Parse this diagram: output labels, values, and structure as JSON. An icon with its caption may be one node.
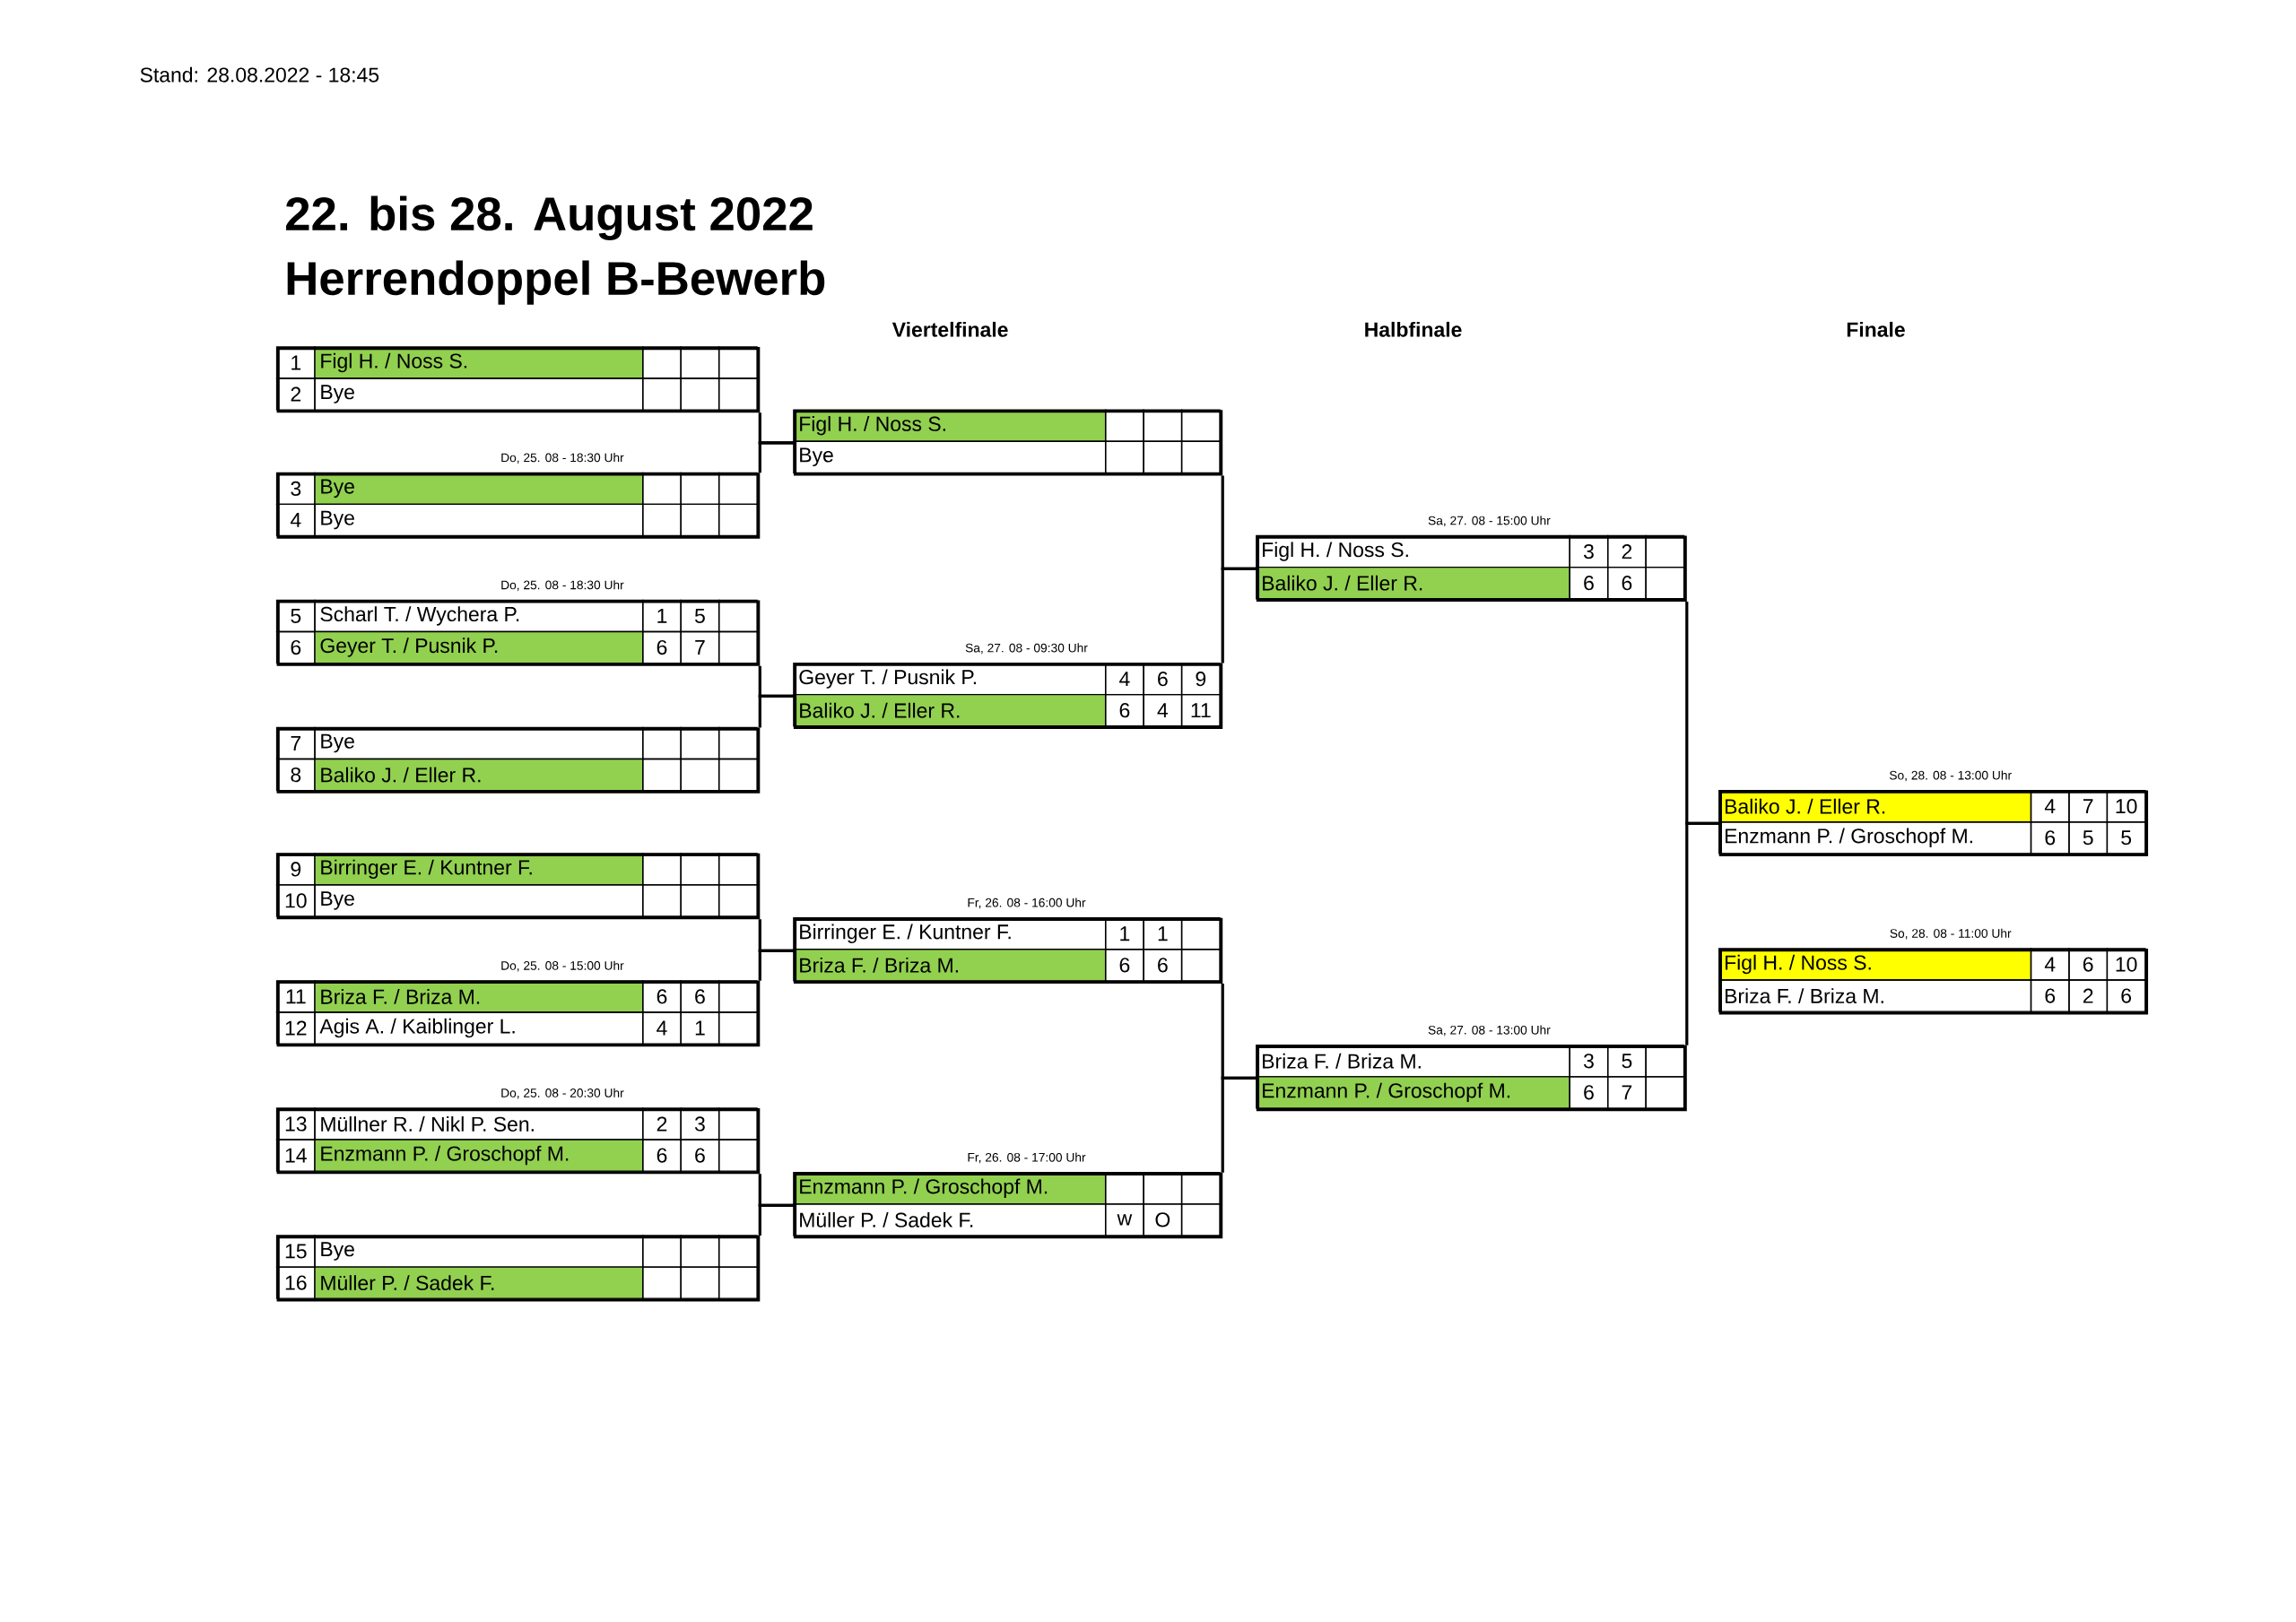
{
  "diagram": {
    "title": "22. bis 28. August 2022",
    "nodes": [
      {
        "text": [
          "1",
          "Figl H. / Noss S.",
          "2",
          "Bye"
        ]
      },
      {
        "text": [
          "3",
          "Bye",
          "4",
          "Bye"
        ],
        "beside": [
          "Do, 25. 08 - 18:30 Uhr"
        ]
      },
      {
        "text": [
          "5",
          "Scharl T. / Wychera P.",
          "1",
          "5",
          "6",
          "Geyer T. / Pusnik P.",
          "6",
          "7"
        ],
        "beside": [
          "Do, 25. 08 - 18:30 Uhr"
        ]
      },
      {
        "text": [
          "7",
          "Bye",
          "8",
          "Baliko J. / Eller R."
        ]
      },
      {
        "text": [
          "9",
          "Birringer E. / Kuntner F.",
          "10",
          "Bye"
        ]
      },
      {
        "text": [
          "11",
          "Briza F. / Briza M.",
          "6",
          "6",
          "12",
          "Agis A. / Kaiblinger L.",
          "4",
          "1"
        ],
        "beside": [
          "Do, 25. 08 - 15:00 Uhr"
        ]
      },
      {
        "text": [
          "13",
          "Müllner R. / Nikl P. Sen.",
          "2",
          "3",
          "14",
          "Enzmann P. / Groschopf M.",
          "6",
          "6"
        ],
        "beside": [
          "Do, 25. 08 - 20:30 Uhr"
        ]
      },
      {
        "text": [
          "15",
          "Bye",
          "16",
          "Müller P. / Sadek F."
        ]
      },
      {
        "text": [
          "Figl H. / Noss S.",
          "Bye"
        ]
      },
      {
        "text": [
          "Geyer T. / Pusnik P.",
          "4",
          "6",
          "9",
          "Baliko J. / Eller R.",
          "6",
          "4",
          "11"
        ],
        "beside": [
          "Sa, 27. 08 - 09:30 Uhr"
        ]
      },
      {
        "text": [
          "Birringer E. / Kuntner F.",
          "1",
          "1",
          "Briza F. / Briza M.",
          "6",
          "6"
        ],
        "beside": [
          "Fr, 26. 08 - 16:00 Uhr"
        ]
      },
      {
        "text": [
          "Enzmann P. / Groschopf M.",
          "Müller P. / Sadek F.",
          "w",
          "O"
        ],
        "beside": [
          "Fr, 26. 08 - 17:00 Uhr"
        ]
      },
      {
        "text": [
          "Figl H. / Noss S.",
          "3",
          "2",
          "Baliko J. / Eller R.",
          "6",
          "6"
        ],
        "beside": [
          "Sa, 27. 08 - 15:00 Uhr"
        ]
      },
      {
        "text": [
          "Briza F. / Briza M.",
          "3",
          "5",
          "Enzmann P. / Groschopf M.",
          "6",
          "7"
        ],
        "beside": [
          "Sa, 27. 08 - 13:00 Uhr"
        ]
      },
      {
        "text": [
          "Baliko J. / Eller R.",
          "4",
          "7",
          "10",
          "Enzmann P. / Groschopf M.",
          "6",
          "5",
          "5"
        ],
        "beside": [
          "So, 28. 08 - 13:00 Uhr"
        ]
      },
      {
        "text": [
          "Figl H. / Noss S.",
          "4",
          "6",
          "10",
          "Briza F. / Briza M.",
          "6",
          "2",
          "6"
        ],
        "beside": [
          "So, 28. 08 - 11:00 Uhr"
        ]
      }
    ],
    "edges": [
      {
        "from": 0,
        "to": 8,
        "arrow": "none"
      },
      {
        "from": 1,
        "to": 8,
        "arrow": "none"
      },
      {
        "from": 2,
        "to": 9,
        "arrow": "none"
      },
      {
        "from": 3,
        "to": 9,
        "arrow": "none"
      },
      {
        "from": 4,
        "to": 10,
        "arrow": "none"
      },
      {
        "from": 5,
        "to": 10,
        "arrow": "none"
      },
      {
        "from": 6,
        "to": 11,
        "arrow": "none"
      },
      {
        "from": 7,
        "to": 11,
        "arrow": "none"
      },
      {
        "from": 8,
        "to": 12,
        "arrow": "none"
      },
      {
        "from": 9,
        "to": 12,
        "arrow": "none"
      },
      {
        "from": 10,
        "to": 13,
        "arrow": "none"
      },
      {
        "from": 11,
        "to": 13,
        "arrow": "none"
      },
      {
        "from": 12,
        "to": 14,
        "arrow": "none"
      },
      {
        "from": 13,
        "to": 14,
        "arrow": "none"
      }
    ],
    "labels": [
      "Stand: 28.08.2022 - 18:45",
      "Herrendoppel B-Bewerb",
      "Viertelfinale",
      "Halbfinale",
      "Finale"
    ]
  }
}
